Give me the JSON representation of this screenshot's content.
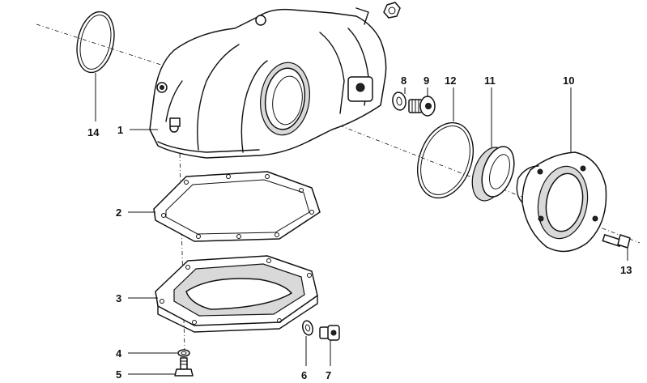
{
  "callouts": {
    "c1": "1",
    "c2": "2",
    "c3": "3",
    "c4": "4",
    "c5": "5",
    "c6": "6",
    "c7": "7",
    "c8": "8",
    "c9": "9",
    "c10": "10",
    "c11": "11",
    "c12": "12",
    "c13": "13",
    "c14": "14"
  },
  "colors": {
    "ink": "#111111",
    "paper": "#ffffff",
    "shade": "#d9d9d9"
  }
}
